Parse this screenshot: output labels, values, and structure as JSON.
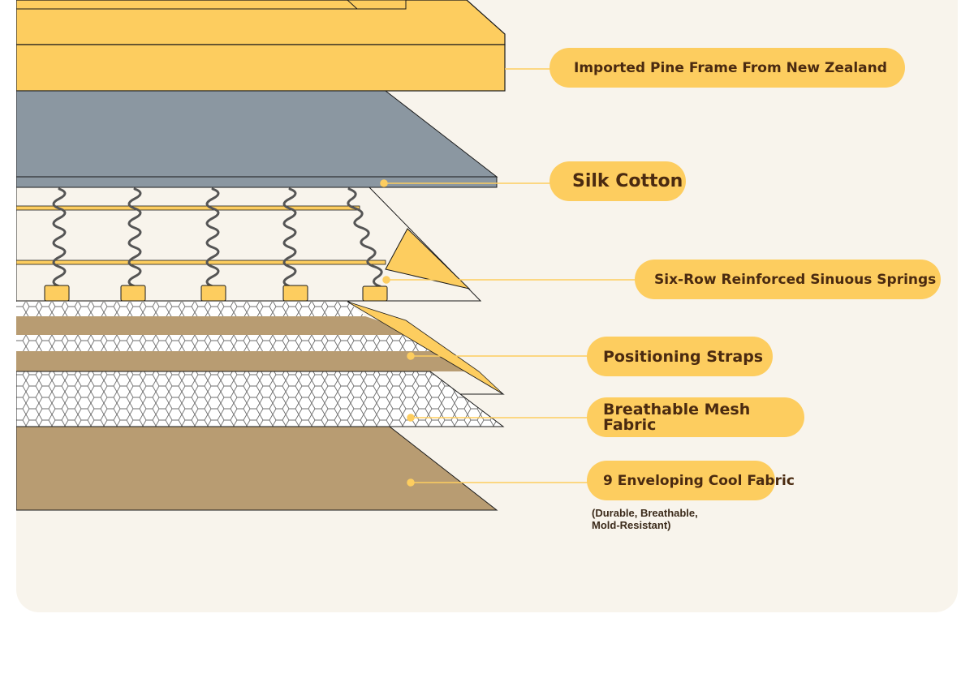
{
  "layers": [
    {
      "id": "pine_frame",
      "label": "Imported Pine Frame From New Zealand",
      "color": "#fdcd5f"
    },
    {
      "id": "silk_cotton",
      "label": "Silk Cotton",
      "color": "#8b97a1"
    },
    {
      "id": "springs",
      "label": "Six-Row Reinforced Sinuous Springs",
      "color": "#fdcd5f"
    },
    {
      "id": "straps",
      "label": "Positioning Straps",
      "color": "#b89c72"
    },
    {
      "id": "mesh",
      "label": "Breathable Mesh\nFabric",
      "color": "#ffffff"
    },
    {
      "id": "cool_fabric",
      "label": "9 Enveloping Cool Fabric",
      "color": "#b89c72"
    }
  ],
  "cool_fabric_note": "(Durable, Breathable,\nMold-Resistant)",
  "colors": {
    "background": "#f8f4ec",
    "accent": "#fdcd5f",
    "label_text": "#4a2a10",
    "outline": "#1a1a1a"
  }
}
